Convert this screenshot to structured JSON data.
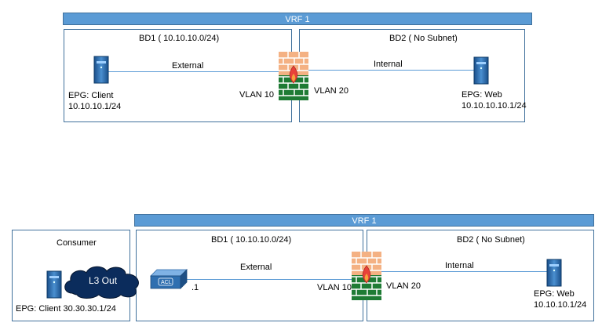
{
  "top": {
    "vrf_label": "VRF 1",
    "bd1_label": "BD1 ( 10.10.10.0/24)",
    "bd2_label": "BD2 ( No Subnet)",
    "external_label": "External",
    "internal_label": "Internal",
    "vlan10_label": "VLAN 10",
    "vlan20_label": "VLAN 20",
    "client_epg_line1": "EPG: Client",
    "client_epg_line2": "10.10.10.1/24",
    "web_epg_line1": "EPG: Web",
    "web_epg_line2": "10.10.10.10.1/24"
  },
  "bottom": {
    "vrf_label": "VRF 1",
    "consumer_label": "Consumer",
    "l3out_label": "L3 Out",
    "client_epg_label": "EPG: Client 30.30.30.1/24",
    "bd1_label": "BD1 ( 10.10.10.0/24)",
    "bd2_label": "BD2 ( No Subnet)",
    "external_label": "External",
    "internal_label": "Internal",
    "dot_label": ".1",
    "vlan10_label": "VLAN 10",
    "vlan20_label": "VLAN 20",
    "acl_label": "ACL",
    "web_epg_line1": "EPG: Web",
    "web_epg_line2": "10.10.10.1/24"
  },
  "colors": {
    "vrf_fill": "#5b9bd5",
    "box_border": "#41719c",
    "firewall_orange": "#f4b183",
    "firewall_green": "#1e7b34",
    "flame": "#e8423a",
    "cloud": "#0b2c5c"
  },
  "icons": {
    "server": "server-icon",
    "firewall": "firewall-icon",
    "cloud": "cloud-icon",
    "acl_switch": "acl-switch-icon"
  }
}
